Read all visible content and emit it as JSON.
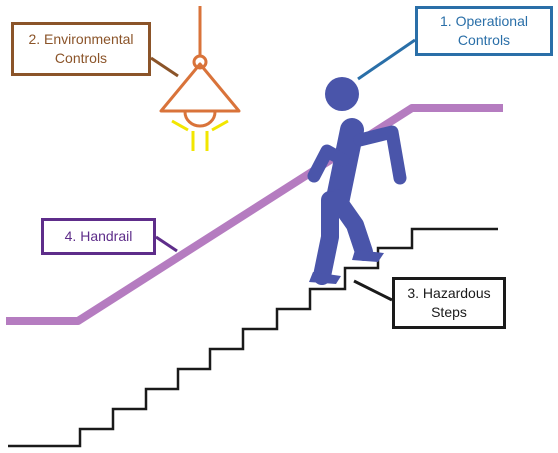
{
  "callouts": {
    "operational": {
      "label": "1. Operational\nControls",
      "color": "#2a6fa8"
    },
    "environmental": {
      "label": "2. Environmental\nControls",
      "color": "#8b5429"
    },
    "hazardous": {
      "label": "3. Hazardous\nSteps",
      "color": "#1a1a1a"
    },
    "handrail": {
      "label": "4. Handrail",
      "color": "#5e2d8a"
    }
  },
  "colors": {
    "lamp": "#d9733a",
    "lamp_rays": "#f2e600",
    "figure": "#4a55aa",
    "handrail": "#b57cc0",
    "steps": "#1a1a1a"
  },
  "icons": [
    "ceiling-lamp-icon",
    "walking-person-icon"
  ]
}
